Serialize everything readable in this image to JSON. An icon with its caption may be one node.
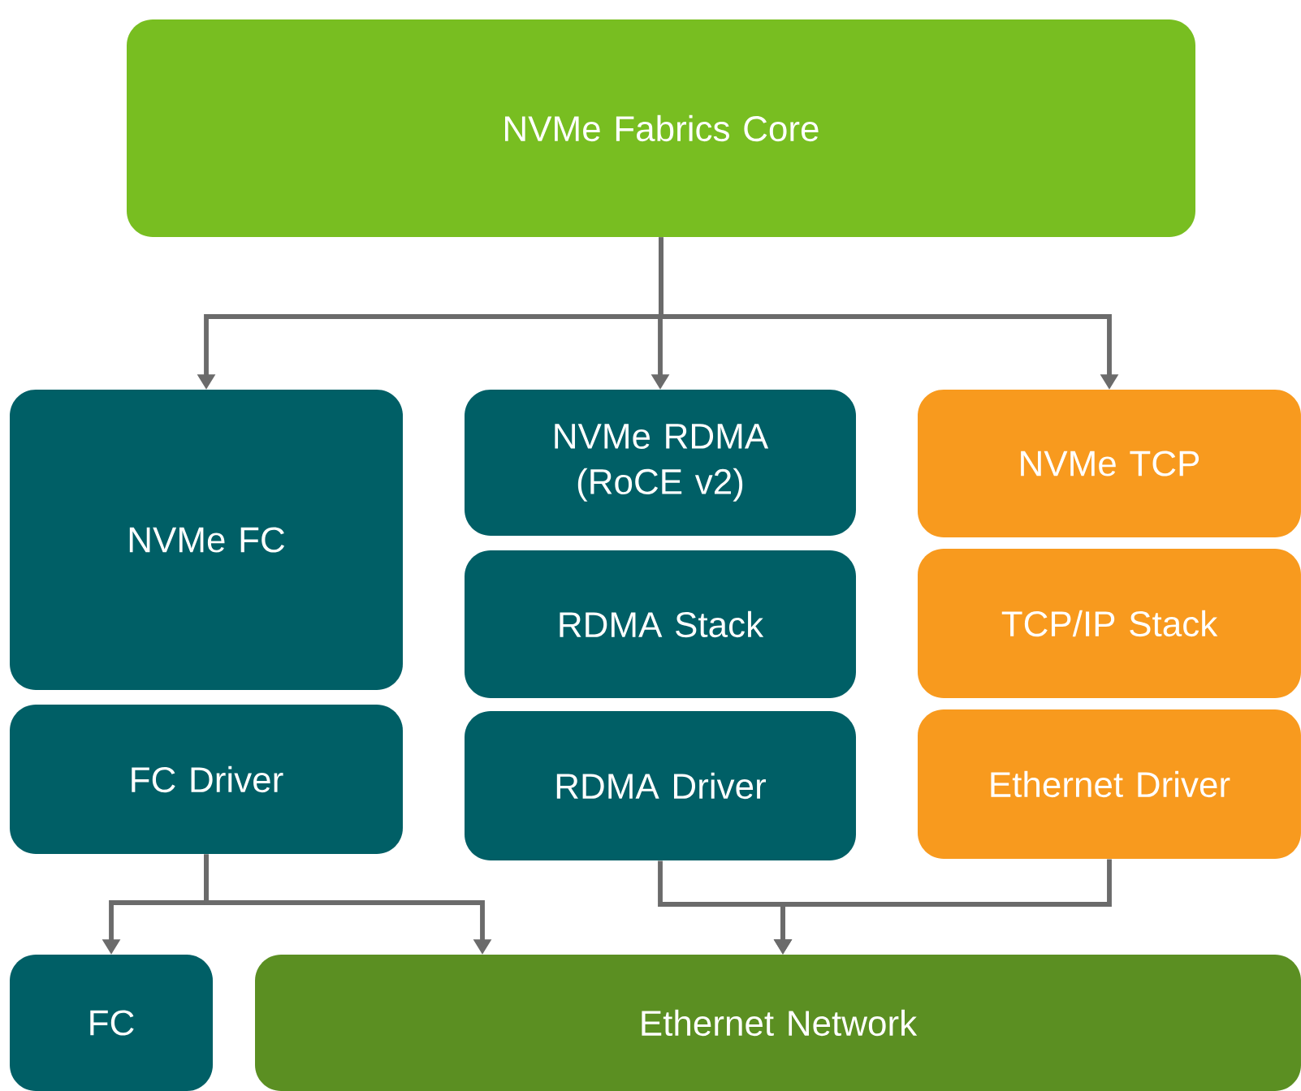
{
  "diagram": {
    "nodes": [
      {
        "text": [
          "NVMe Fabrics Core"
        ]
      },
      {
        "text": [
          "NVMe FC"
        ]
      },
      {
        "text": [
          "FC Driver"
        ]
      },
      {
        "text": [
          "NVMe RDMA (RoCE v2)"
        ]
      },
      {
        "text": [
          "RDMA Stack"
        ]
      },
      {
        "text": [
          "RDMA Driver"
        ]
      },
      {
        "text": [
          "NVMe TCP"
        ]
      },
      {
        "text": [
          "TCP/IP Stack"
        ]
      },
      {
        "text": [
          "Ethernet Driver"
        ]
      },
      {
        "text": [
          "FC"
        ]
      },
      {
        "text": [
          "Ethernet Network"
        ]
      }
    ],
    "edges": [
      {
        "from": 0,
        "to": 1,
        "arrow": "to"
      },
      {
        "from": 0,
        "to": 3,
        "arrow": "to"
      },
      {
        "from": 0,
        "to": 6,
        "arrow": "to"
      },
      {
        "from": 2,
        "to": 9,
        "arrow": "to"
      },
      {
        "from": 2,
        "to": 10,
        "arrow": "to"
      },
      {
        "from": 5,
        "to": 10,
        "arrow": "to"
      },
      {
        "from": 8,
        "to": 10,
        "arrow": "to"
      }
    ]
  }
}
